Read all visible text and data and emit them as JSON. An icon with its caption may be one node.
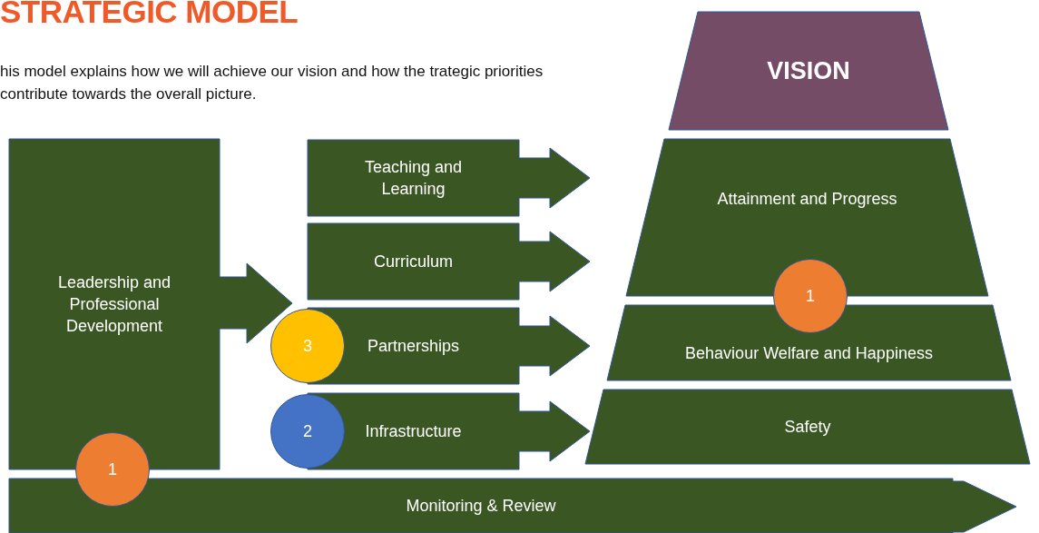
{
  "diagram": {
    "title": "STRATEGIC MODEL",
    "nodes": [
      {
        "text": [
          "Leadership and Professional Development"
        ]
      },
      {
        "text": [
          "Teaching and Learning"
        ]
      },
      {
        "text": [
          "Curriculum"
        ]
      },
      {
        "text": [
          "Partnerships"
        ]
      },
      {
        "text": [
          "Infrastructure"
        ]
      },
      {
        "text": [
          "Monitoring & Review"
        ]
      },
      {
        "text": [
          "VISION"
        ]
      },
      {
        "text": [
          "Attainment and Progress"
        ]
      },
      {
        "text": [
          "Behaviour Welfare and Happiness"
        ]
      },
      {
        "text": [
          "Safety"
        ]
      },
      {
        "text": [
          "3"
        ]
      },
      {
        "text": [
          "2"
        ]
      },
      {
        "text": [
          "1"
        ]
      },
      {
        "text": [
          "1"
        ]
      }
    ],
    "labels": [
      "his model explains how we will achieve our vision and how the trategic priorities contribute towards the overall picture."
    ]
  }
}
